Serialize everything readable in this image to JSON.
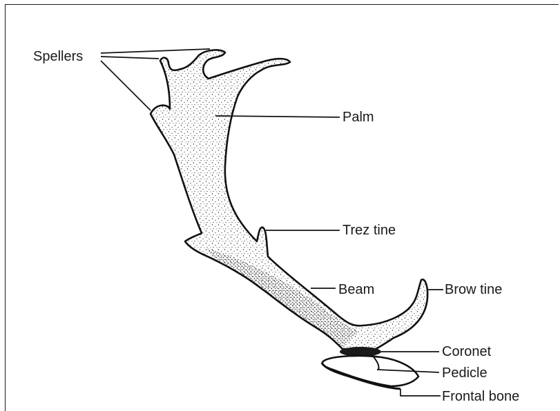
{
  "labels": {
    "spellers": "Spellers",
    "palm": "Palm",
    "trez_tine": "Trez tine",
    "beam": "Beam",
    "brow_tine": "Brow tine",
    "coronet": "Coronet",
    "pedicle": "Pedicle",
    "frontal_bone": "Frontal bone"
  }
}
